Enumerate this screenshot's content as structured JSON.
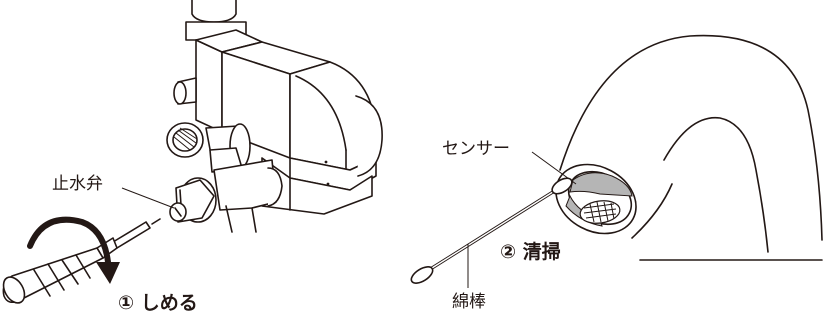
{
  "labels": {
    "valve": "止水弁",
    "step1": "① しめる",
    "sensor": "センサー",
    "step2": "② 清掃",
    "cotton_swab": "綿棒"
  },
  "colors": {
    "ink": "#231815",
    "sensor_gray": "#b5b5b5",
    "background": "#ffffff"
  },
  "icons": [
    "faucet-valve-assembly",
    "screwdriver",
    "rotation-arrow",
    "faucet-spout",
    "sensor-window",
    "cotton-swab"
  ]
}
